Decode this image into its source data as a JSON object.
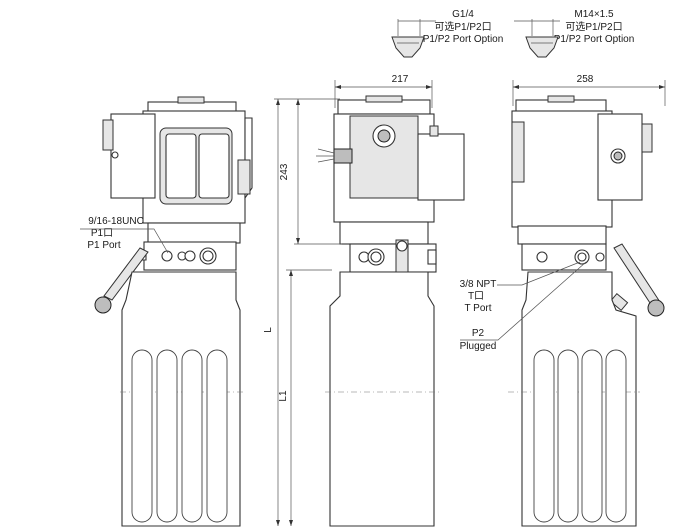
{
  "callouts": {
    "g14": {
      "title": "G1/4",
      "cn": "可选P1/P2口",
      "en": "P1/P2 Port Option"
    },
    "m14": {
      "title": "M14×1.5",
      "cn": "可选P1/P2口",
      "en": "P1/P2 Port Option"
    },
    "p1": {
      "thread": "9/16-18UNC",
      "cn": "P1口",
      "en": "P1 Port"
    },
    "t": {
      "thread": "3/8 NPT",
      "cn": "T口",
      "en": "T Port"
    },
    "p2": {
      "name": "P2",
      "state": "Plugged"
    }
  },
  "dimensions": {
    "width_front": "217",
    "width_side": "258",
    "motor_height": "243",
    "overall_length": "L",
    "tank_length": "L1"
  },
  "colors": {
    "line": "#333333",
    "fill_shade": "#e6e6e6",
    "background": "#ffffff"
  }
}
